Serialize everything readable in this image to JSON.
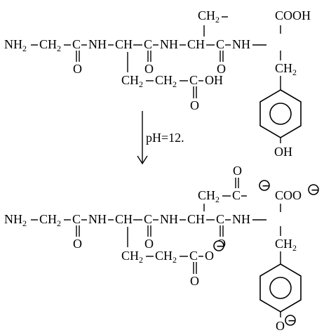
{
  "top": {
    "nh2": "NH",
    "nh2_sub": "2",
    "ch2_a": "CH",
    "ch2_a_sub": "2",
    "c_1": "C",
    "o_1": "O",
    "nh_1": "NH",
    "ch_1": "CH",
    "c_2": "C",
    "o_2": "O",
    "nh_2": "NH",
    "ch_2": "CH",
    "c_3": "C",
    "o_3": "O",
    "nh_3": "NH",
    "ch2_top": "CH",
    "ch2_top_sub": "2",
    "cooh": "COOH",
    "ch2_glu_1": "CH",
    "ch2_glu_1_sub": "2",
    "ch2_glu_2": "CH",
    "ch2_glu_2_sub": "2",
    "c_glu": "C",
    "oh_glu": "OH",
    "o_glu": "O",
    "ch2_tyr": "CH",
    "ch2_tyr_sub": "2",
    "oh_tyr": "OH"
  },
  "arrow": {
    "label": "pH=12."
  },
  "bottom": {
    "nh2": "NH",
    "nh2_sub": "2",
    "ch2_a": "CH",
    "ch2_a_sub": "2",
    "c_1": "C",
    "o_1": "O",
    "nh_1": "NH",
    "ch_1": "CH",
    "c_2": "C",
    "o_2": "O",
    "nh_2": "NH",
    "ch_2": "CH",
    "c_3": "C",
    "o_3": "O",
    "nh_3": "NH",
    "o_top": "O",
    "ch2_asp": "CH",
    "ch2_asp_sub": "2",
    "c_asp": "C",
    "coo": "COO",
    "ch2_glu_1": "CH",
    "ch2_glu_1_sub": "2",
    "ch2_glu_2": "CH",
    "ch2_glu_2_sub": "2",
    "c_glu": "C",
    "o_glu_single": "O",
    "o_glu": "O",
    "ch2_tyr": "CH",
    "ch2_tyr_sub": "2",
    "o_tyr": "O",
    "minus": "−"
  }
}
